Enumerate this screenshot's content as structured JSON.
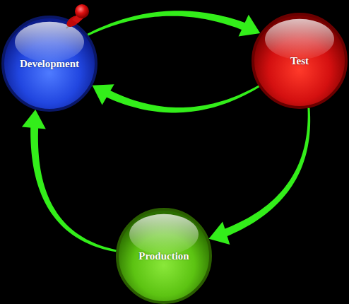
{
  "diagram": {
    "nodes": [
      {
        "text": [
          "Development"
        ]
      },
      {
        "text": [
          "Test"
        ]
      },
      {
        "text": [
          "Production"
        ]
      }
    ],
    "edges": [
      {
        "from": 0,
        "to": 1,
        "arrow": "to"
      },
      {
        "from": 1,
        "to": 0,
        "arrow": "to"
      },
      {
        "from": 1,
        "to": 2,
        "arrow": "to"
      },
      {
        "from": 2,
        "to": 0,
        "arrow": "to"
      }
    ]
  }
}
